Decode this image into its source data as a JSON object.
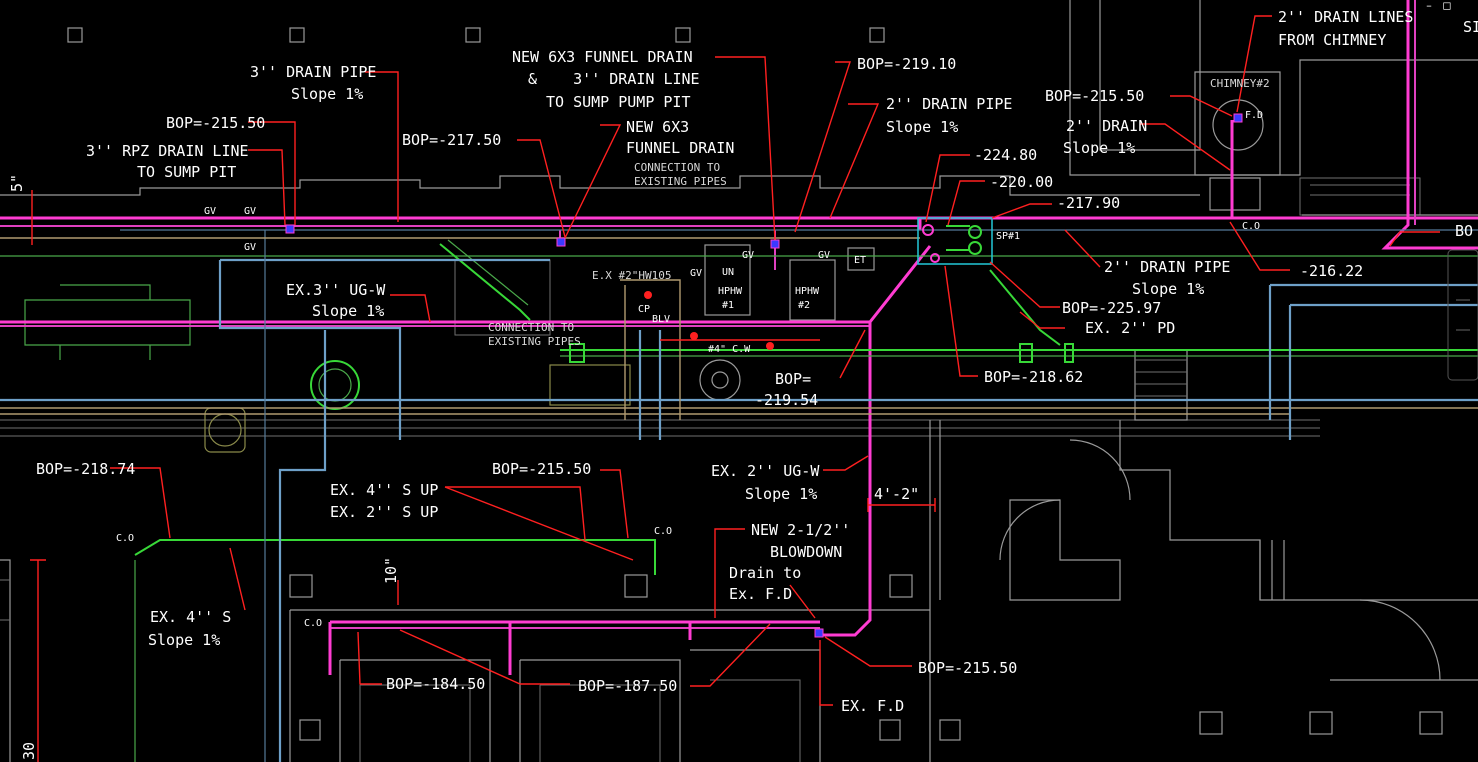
{
  "window_controls": {
    "minimize": "–",
    "restore": "◻"
  },
  "labels": {
    "drain_pipe_3": "3'' DRAIN PIPE",
    "slope_3": "Slope 1%",
    "bop_215_50_top": "BOP=-215.50",
    "rpz_line1": "3'' RPZ DRAIN LINE",
    "rpz_line2": "TO SUMP PIT",
    "bop_217_50": "BOP=-217.50",
    "funnel1_line1": "NEW 6X3 FUNNEL DRAIN",
    "funnel1_line2": "&    3'' DRAIN LINE",
    "funnel1_line3": "TO SUMP PUMP PIT",
    "funnel2_line1": "NEW 6X3",
    "funnel2_line2": "FUNNEL DRAIN",
    "connection1_line1": "CONNECTION TO",
    "connection1_line2": "EXISTING PIPES",
    "bop_219_10": "BOP=-219.10",
    "drain_pipe_2_top": "2'' DRAIN PIPE",
    "slope_2_top": "Slope 1%",
    "elev_224_80": "-224.80",
    "elev_220_00": "-220.00",
    "elev_217_90": "-217.90",
    "bop_215_50_right": "BOP=-215.50",
    "drain_2": "2'' DRAIN",
    "slope_drain_2": "Slope 1%",
    "chimney_lines1": "2'' DRAIN LINES",
    "chimney_lines2": "FROM CHIMNEY",
    "chimney_tag": "CHIMNEY#2",
    "fd_tag": "F.D",
    "co_right": "C.O",
    "bo_edge": "BO",
    "si_edge": "SI",
    "sp1": "SP#1",
    "elev_216_22": "-216.22",
    "drain_pipe_2_mid": "2'' DRAIN PIPE",
    "slope_2_mid": "Slope 1%",
    "bop_225_97": "BOP=-225.97",
    "ex_2_pd": "EX. 2'' PD",
    "bop_218_62": "BOP=-218.62",
    "ex_3_ugw": "EX.3'' UG-W",
    "slope_ugw3": "Slope 1%",
    "connection2_line1": "CONNECTION TO",
    "connection2_line2": "EXISTING PIPES",
    "ex_hw": "E.X #2\"HW105",
    "hphw1_a": "HPHW",
    "hphw1_b": "#1",
    "hphw2_a": "HPHW",
    "hphw2_b": "#2",
    "et": "ET",
    "un": "UN",
    "gv": "GV",
    "cp": "CP",
    "blv": "BLV",
    "cw": "#4\" C.W",
    "bop_219_54_a": "BOP=",
    "bop_219_54_b": "-219.54",
    "ex_2_ugw": "EX. 2'' UG-W",
    "slope_ugw2": "Slope 1%",
    "dim_4_2": "4'-2\"",
    "bop_218_74": "BOP=-218.74",
    "co_left": "C.O",
    "ex_4s_line": "EX. 4'' S",
    "slope_4s": "Slope 1%",
    "ex_4_s_up": "EX. 4'' S UP",
    "ex_2_s_up": "EX. 2'' S UP",
    "bop_215_50_mid": "BOP=-215.50",
    "co_mid": "C.O",
    "blowdown1": "NEW 2-1/2''",
    "blowdown2": "BLOWDOWN",
    "drain_to1": "Drain to",
    "drain_to2": "Ex. F.D",
    "dim_10": "10\"",
    "dim_5": "5\"",
    "dim_30": "30",
    "co_bottom": "C.O",
    "bop_184_50": "BOP=-184.50",
    "bop_187_50": "BOP=-187.50",
    "bop_215_50_bottom": "BOP=-215.50",
    "ex_fd": "EX. F.D"
  },
  "colors": {
    "background": "#000000",
    "drain_pipe": "#ff3cd2",
    "leader": "#ff2020",
    "sewer": "#38d838",
    "water": "#6ea0c8",
    "wall": "#9a9a9a"
  }
}
